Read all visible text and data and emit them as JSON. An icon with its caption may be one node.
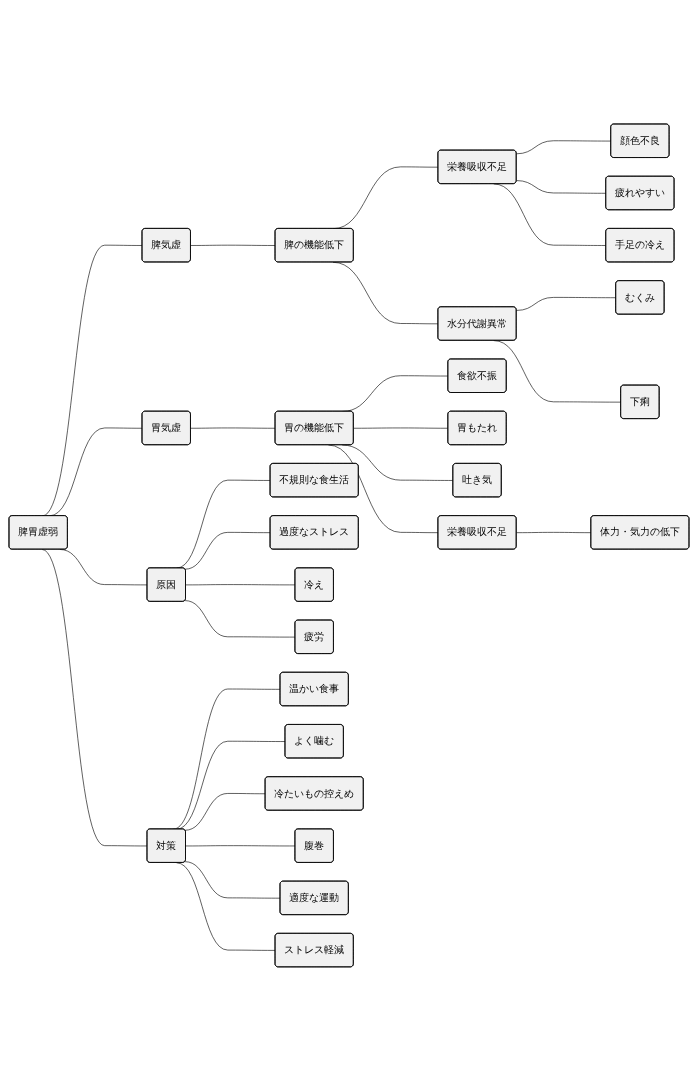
{
  "diagram": {
    "nodes": [
      {
        "text": [
          "脾胃虚弱"
        ]
      },
      {
        "text": [
          "脾気虚"
        ]
      },
      {
        "text": [
          "脾の機能低下"
        ]
      },
      {
        "text": [
          "栄養吸収不足"
        ]
      },
      {
        "text": [
          "顔色不良"
        ]
      },
      {
        "text": [
          "疲れやすい"
        ]
      },
      {
        "text": [
          "手足の冷え"
        ]
      },
      {
        "text": [
          "水分代謝異常"
        ]
      },
      {
        "text": [
          "むくみ"
        ]
      },
      {
        "text": [
          "下痢"
        ]
      },
      {
        "text": [
          "胃気虚"
        ]
      },
      {
        "text": [
          "胃の機能低下"
        ]
      },
      {
        "text": [
          "食欲不振"
        ]
      },
      {
        "text": [
          "胃もたれ"
        ]
      },
      {
        "text": [
          "吐き気"
        ]
      },
      {
        "text": [
          "栄養吸収不足"
        ]
      },
      {
        "text": [
          "体力・気力の低下"
        ]
      },
      {
        "text": [
          "原因"
        ]
      },
      {
        "text": [
          "不規則な食生活"
        ]
      },
      {
        "text": [
          "過度なストレス"
        ]
      },
      {
        "text": [
          "冷え"
        ]
      },
      {
        "text": [
          "疲労"
        ]
      },
      {
        "text": [
          "対策"
        ]
      },
      {
        "text": [
          "温かい食事"
        ]
      },
      {
        "text": [
          "よく噛む"
        ]
      },
      {
        "text": [
          "冷たいもの控えめ"
        ]
      },
      {
        "text": [
          "腹巻"
        ]
      },
      {
        "text": [
          "適度な運動"
        ]
      },
      {
        "text": [
          "ストレス軽減"
        ]
      }
    ],
    "edges": [
      {
        "from": 0,
        "to": 1,
        "arrow": "none"
      },
      {
        "from": 1,
        "to": 2,
        "arrow": "none"
      },
      {
        "from": 2,
        "to": 3,
        "arrow": "none"
      },
      {
        "from": 3,
        "to": 4,
        "arrow": "none"
      },
      {
        "from": 3,
        "to": 5,
        "arrow": "none"
      },
      {
        "from": 3,
        "to": 6,
        "arrow": "none"
      },
      {
        "from": 2,
        "to": 7,
        "arrow": "none"
      },
      {
        "from": 7,
        "to": 8,
        "arrow": "none"
      },
      {
        "from": 7,
        "to": 9,
        "arrow": "none"
      },
      {
        "from": 0,
        "to": 10,
        "arrow": "none"
      },
      {
        "from": 10,
        "to": 11,
        "arrow": "none"
      },
      {
        "from": 11,
        "to": 12,
        "arrow": "none"
      },
      {
        "from": 11,
        "to": 13,
        "arrow": "none"
      },
      {
        "from": 11,
        "to": 14,
        "arrow": "none"
      },
      {
        "from": 11,
        "to": 15,
        "arrow": "none"
      },
      {
        "from": 15,
        "to": 16,
        "arrow": "none"
      },
      {
        "from": 0,
        "to": 17,
        "arrow": "none"
      },
      {
        "from": 17,
        "to": 18,
        "arrow": "none"
      },
      {
        "from": 17,
        "to": 19,
        "arrow": "none"
      },
      {
        "from": 17,
        "to": 20,
        "arrow": "none"
      },
      {
        "from": 17,
        "to": 21,
        "arrow": "none"
      },
      {
        "from": 0,
        "to": 22,
        "arrow": "none"
      },
      {
        "from": 22,
        "to": 23,
        "arrow": "none"
      },
      {
        "from": 22,
        "to": 24,
        "arrow": "none"
      },
      {
        "from": 22,
        "to": 25,
        "arrow": "none"
      },
      {
        "from": 22,
        "to": 26,
        "arrow": "none"
      },
      {
        "from": 22,
        "to": 27,
        "arrow": "none"
      },
      {
        "from": 22,
        "to": 28,
        "arrow": "none"
      }
    ]
  }
}
